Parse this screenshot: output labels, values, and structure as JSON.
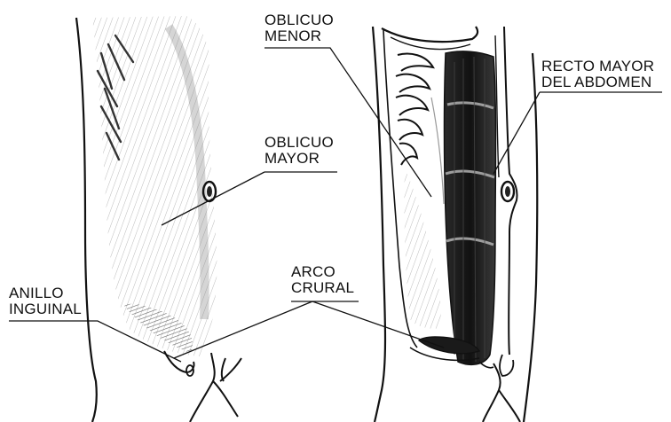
{
  "labels": {
    "oblicuo_menor": {
      "line1": "OBLICUO",
      "line2": "MENOR"
    },
    "recto_mayor": {
      "line1": "RECTO MAYOR",
      "line2": "DEL ABDOMEN"
    },
    "oblicuo_mayor": {
      "line1": "OBLICUO",
      "line2": "MAYOR"
    },
    "arco_crural": {
      "line1": "ARCO",
      "line2": "CRURAL"
    },
    "anillo_inguinal": {
      "line1": "ANILLO",
      "line2": "INGUINAL"
    }
  },
  "colors": {
    "ink": "#111111",
    "shade": "#555555",
    "background": "#ffffff"
  }
}
